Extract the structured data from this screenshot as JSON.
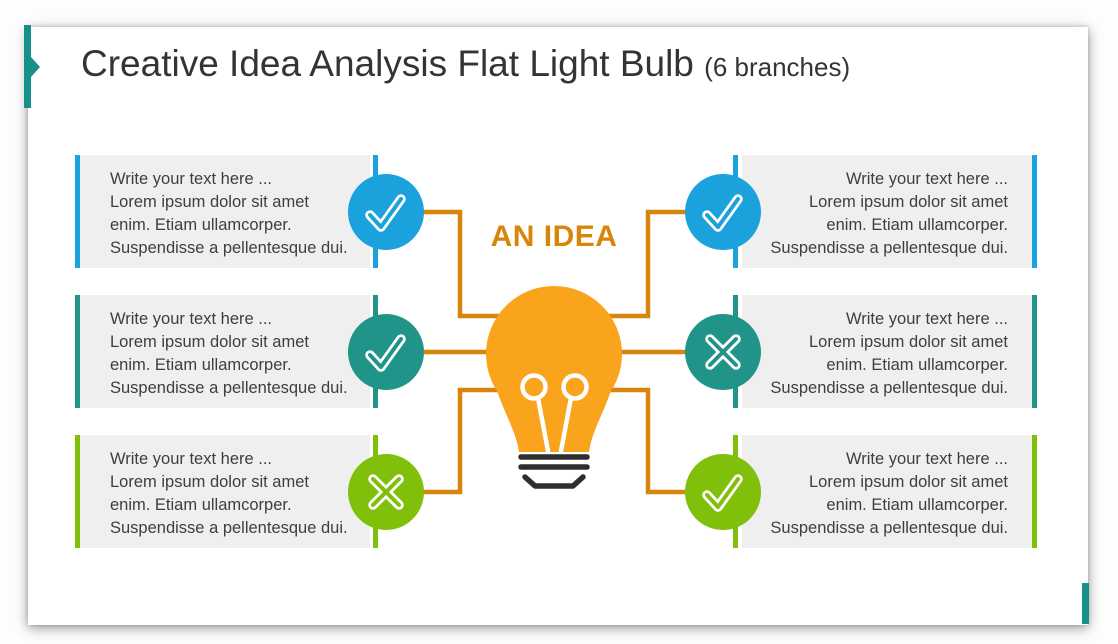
{
  "slide": {
    "title": "Creative Idea Analysis Flat Light Bulb",
    "title_suffix": "(6 branches)",
    "center_label": "AN IDEA"
  },
  "colors": {
    "accent_teal": "#15918a",
    "branch_blue": "#1ba1dc",
    "branch_teal": "#219489",
    "branch_green": "#80c00a",
    "connector_orange": "#d8860b",
    "bulb_orange": "#f9a41c",
    "bulb_base_dark": "#2e2e2e",
    "box_background": "#efeff0",
    "body_text": "#3e3e3e",
    "title_text": "#343434"
  },
  "branches": [
    {
      "position": "top-left",
      "icon": "check",
      "color": "#1ba1dc",
      "lines": [
        "Write your text here ...",
        "Lorem ipsum dolor sit amet",
        "enim. Etiam ullamcorper.",
        "Suspendisse a pellentesque dui."
      ]
    },
    {
      "position": "middle-left",
      "icon": "check",
      "color": "#219489",
      "lines": [
        "Write your text here ...",
        "Lorem ipsum dolor sit amet",
        "enim. Etiam ullamcorper.",
        "Suspendisse a pellentesque dui."
      ]
    },
    {
      "position": "bottom-left",
      "icon": "cross",
      "color": "#80c00a",
      "lines": [
        "Write your text here ...",
        "Lorem ipsum dolor sit amet",
        "enim. Etiam ullamcorper.",
        "Suspendisse a pellentesque dui."
      ]
    },
    {
      "position": "top-right",
      "icon": "check",
      "color": "#1ba1dc",
      "lines": [
        "Write your text here ...",
        "Lorem ipsum dolor sit amet",
        "enim. Etiam ullamcorper.",
        "Suspendisse a pellentesque dui."
      ]
    },
    {
      "position": "middle-right",
      "icon": "cross",
      "color": "#219489",
      "lines": [
        "Write your text here ...",
        "Lorem ipsum dolor sit amet",
        "enim. Etiam ullamcorper.",
        "Suspendisse a pellentesque dui."
      ]
    },
    {
      "position": "bottom-right",
      "icon": "check",
      "color": "#80c00a",
      "lines": [
        "Write your text here ...",
        "Lorem ipsum dolor sit amet",
        "enim. Etiam ullamcorper.",
        "Suspendisse a pellentesque dui."
      ]
    }
  ]
}
